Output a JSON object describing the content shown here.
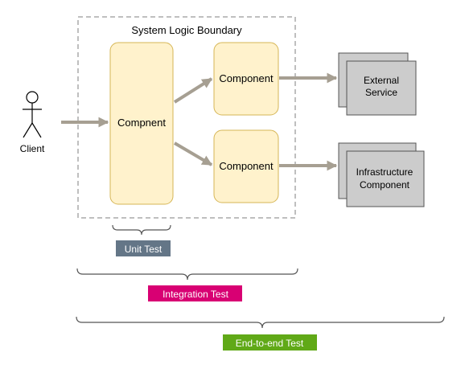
{
  "diagram": {
    "boundary_label": "System Logic Boundary",
    "client_label": "Client",
    "main_component_label": "Compnent",
    "component_top_label": "Component",
    "component_bottom_label": "Component",
    "external_service_line1": "External",
    "external_service_line2": "Service",
    "infra_line1": "Infrastructure",
    "infra_line2": "Component"
  },
  "scopes": {
    "unit_test": "Unit Test",
    "integration_test": "Integration Test",
    "end_to_end_test": "End-to-end Test"
  },
  "colors": {
    "component_fill": "#fff2cc",
    "component_stroke": "#d6b656",
    "external_fill": "#cccccc",
    "external_stroke": "#555555",
    "arrow": "#a69f92",
    "boundary": "#aaaaaa",
    "unit_test_badge": "#647687",
    "integration_test_badge": "#d80073",
    "end_to_end_badge": "#60a917"
  }
}
